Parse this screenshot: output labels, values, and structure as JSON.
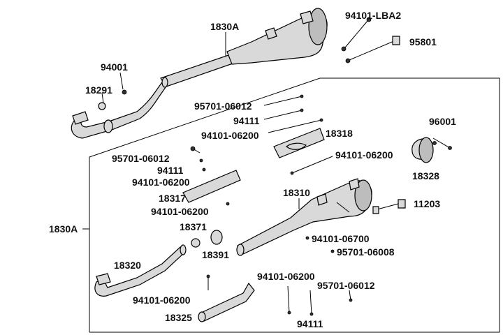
{
  "labels": {
    "l_94101_LBA2": "94101-LBA2",
    "l_1830A_top": "1830A",
    "l_95801": "95801",
    "l_94001": "94001",
    "l_18291": "18291",
    "l_95701_06012_a": "95701-06012",
    "l_94111_a": "94111",
    "l_94101_06200_a": "94101-06200",
    "l_18318": "18318",
    "l_96001": "96001",
    "l_95701_06012_b": "95701-06012",
    "l_94101_06200_b": "94101-06200",
    "l_94111_b": "94111",
    "l_94101_06200_c": "94101-06200",
    "l_18328": "18328",
    "l_18317": "18317",
    "l_18310": "18310",
    "l_11203": "11203",
    "l_94101_06200_d": "94101-06200",
    "l_1830A_side": "1830A",
    "l_18371": "18371",
    "l_94101_06700": "94101-06700",
    "l_18391": "18391",
    "l_95701_06008": "95701-06008",
    "l_18320": "18320",
    "l_94101_06200_e": "94101-06200",
    "l_95701_06012_c": "95701-06012",
    "l_94101_06200_f": "94101-06200",
    "l_18325": "18325",
    "l_94111_c": "94111"
  }
}
